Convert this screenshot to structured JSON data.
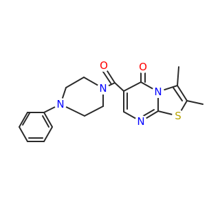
{
  "molecule": {
    "atoms": [
      {
        "label": "O",
        "color": "#ff0000"
      },
      {
        "label": "O",
        "color": "#ff0000"
      },
      {
        "label": "N",
        "color": "#0000ff"
      },
      {
        "label": "N",
        "color": "#0000ff"
      },
      {
        "label": "N",
        "color": "#0000ff"
      },
      {
        "label": "N",
        "color": "#0000ff"
      },
      {
        "label": "S",
        "color": "#b8a300"
      }
    ],
    "bond_color": "#2a2a2a",
    "background": "#ffffff"
  }
}
